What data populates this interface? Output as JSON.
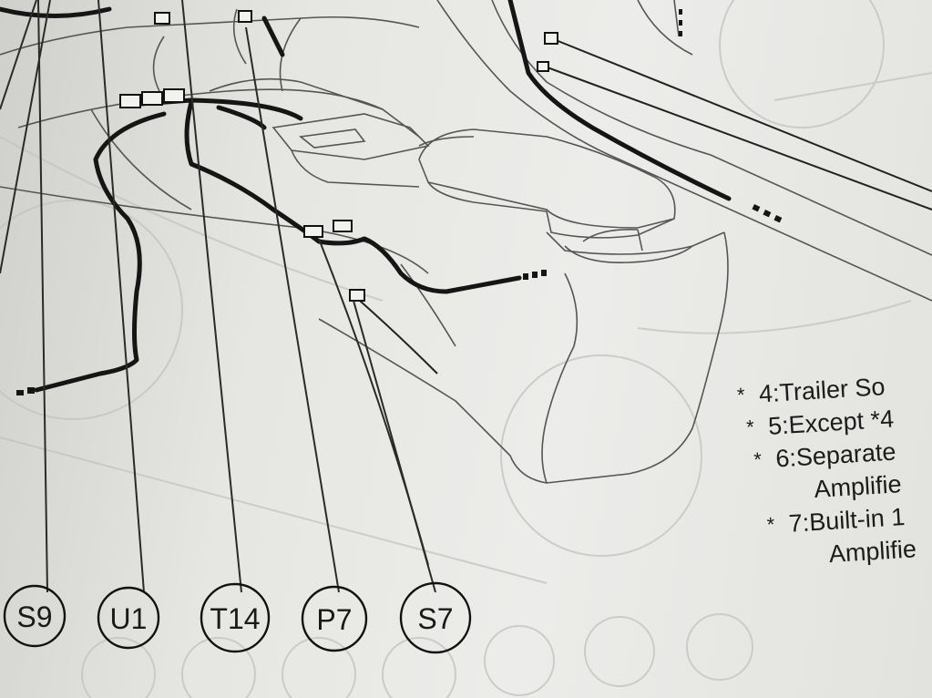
{
  "connectors": [
    {
      "id": "s9",
      "label": "S9"
    },
    {
      "id": "u1",
      "label": "U1"
    },
    {
      "id": "t14",
      "label": "T14"
    },
    {
      "id": "p7",
      "label": "P7"
    },
    {
      "id": "s7",
      "label": "S7"
    }
  ],
  "notes": [
    {
      "marker": "*",
      "text": "4:Trailer So"
    },
    {
      "marker": "*",
      "text": "5:Except *4"
    },
    {
      "marker": "*",
      "text": "6:Separate"
    },
    {
      "marker": "",
      "text": "Amplifie"
    },
    {
      "marker": "*",
      "text": "7:Built-in 1"
    },
    {
      "marker": "",
      "text": "Amplifie"
    }
  ]
}
